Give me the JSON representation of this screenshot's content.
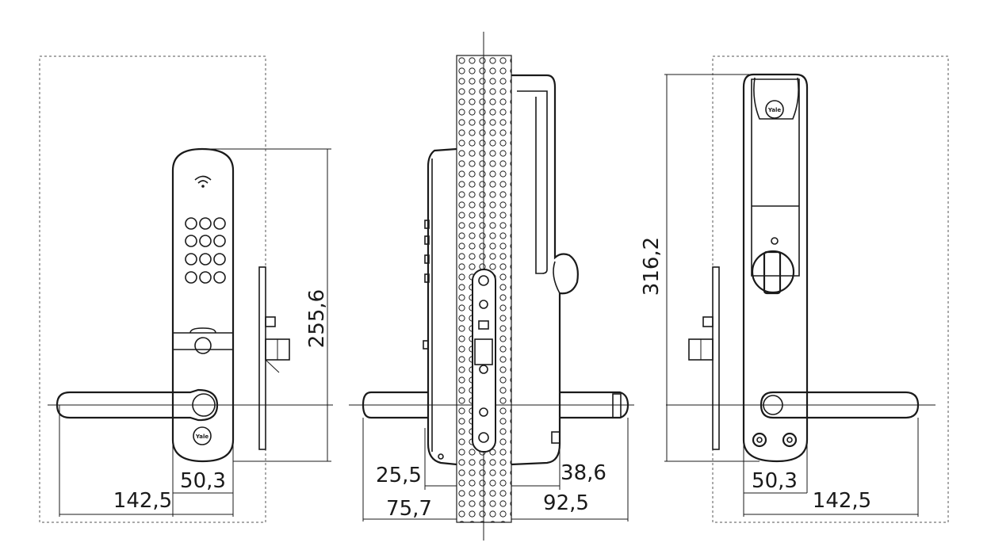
{
  "dimensions": {
    "front_height": "255,6",
    "front_width_narrow": "50,3",
    "front_width_total": "142,5",
    "side_inner_depth": "25,5",
    "side_inner_total": "75,7",
    "side_outer_depth": "38,6",
    "side_outer_total": "92,5",
    "back_height": "316,2",
    "back_width_narrow": "50,3",
    "back_width_total": "142,5"
  },
  "icons": {
    "wifi": "wifi-icon",
    "logo": "yale-logo",
    "fingerprint": "fingerprint-icon"
  },
  "brand_text": "Yale",
  "colors": {
    "line": "#1a1a1a",
    "wall_fill": "#ffffff"
  }
}
